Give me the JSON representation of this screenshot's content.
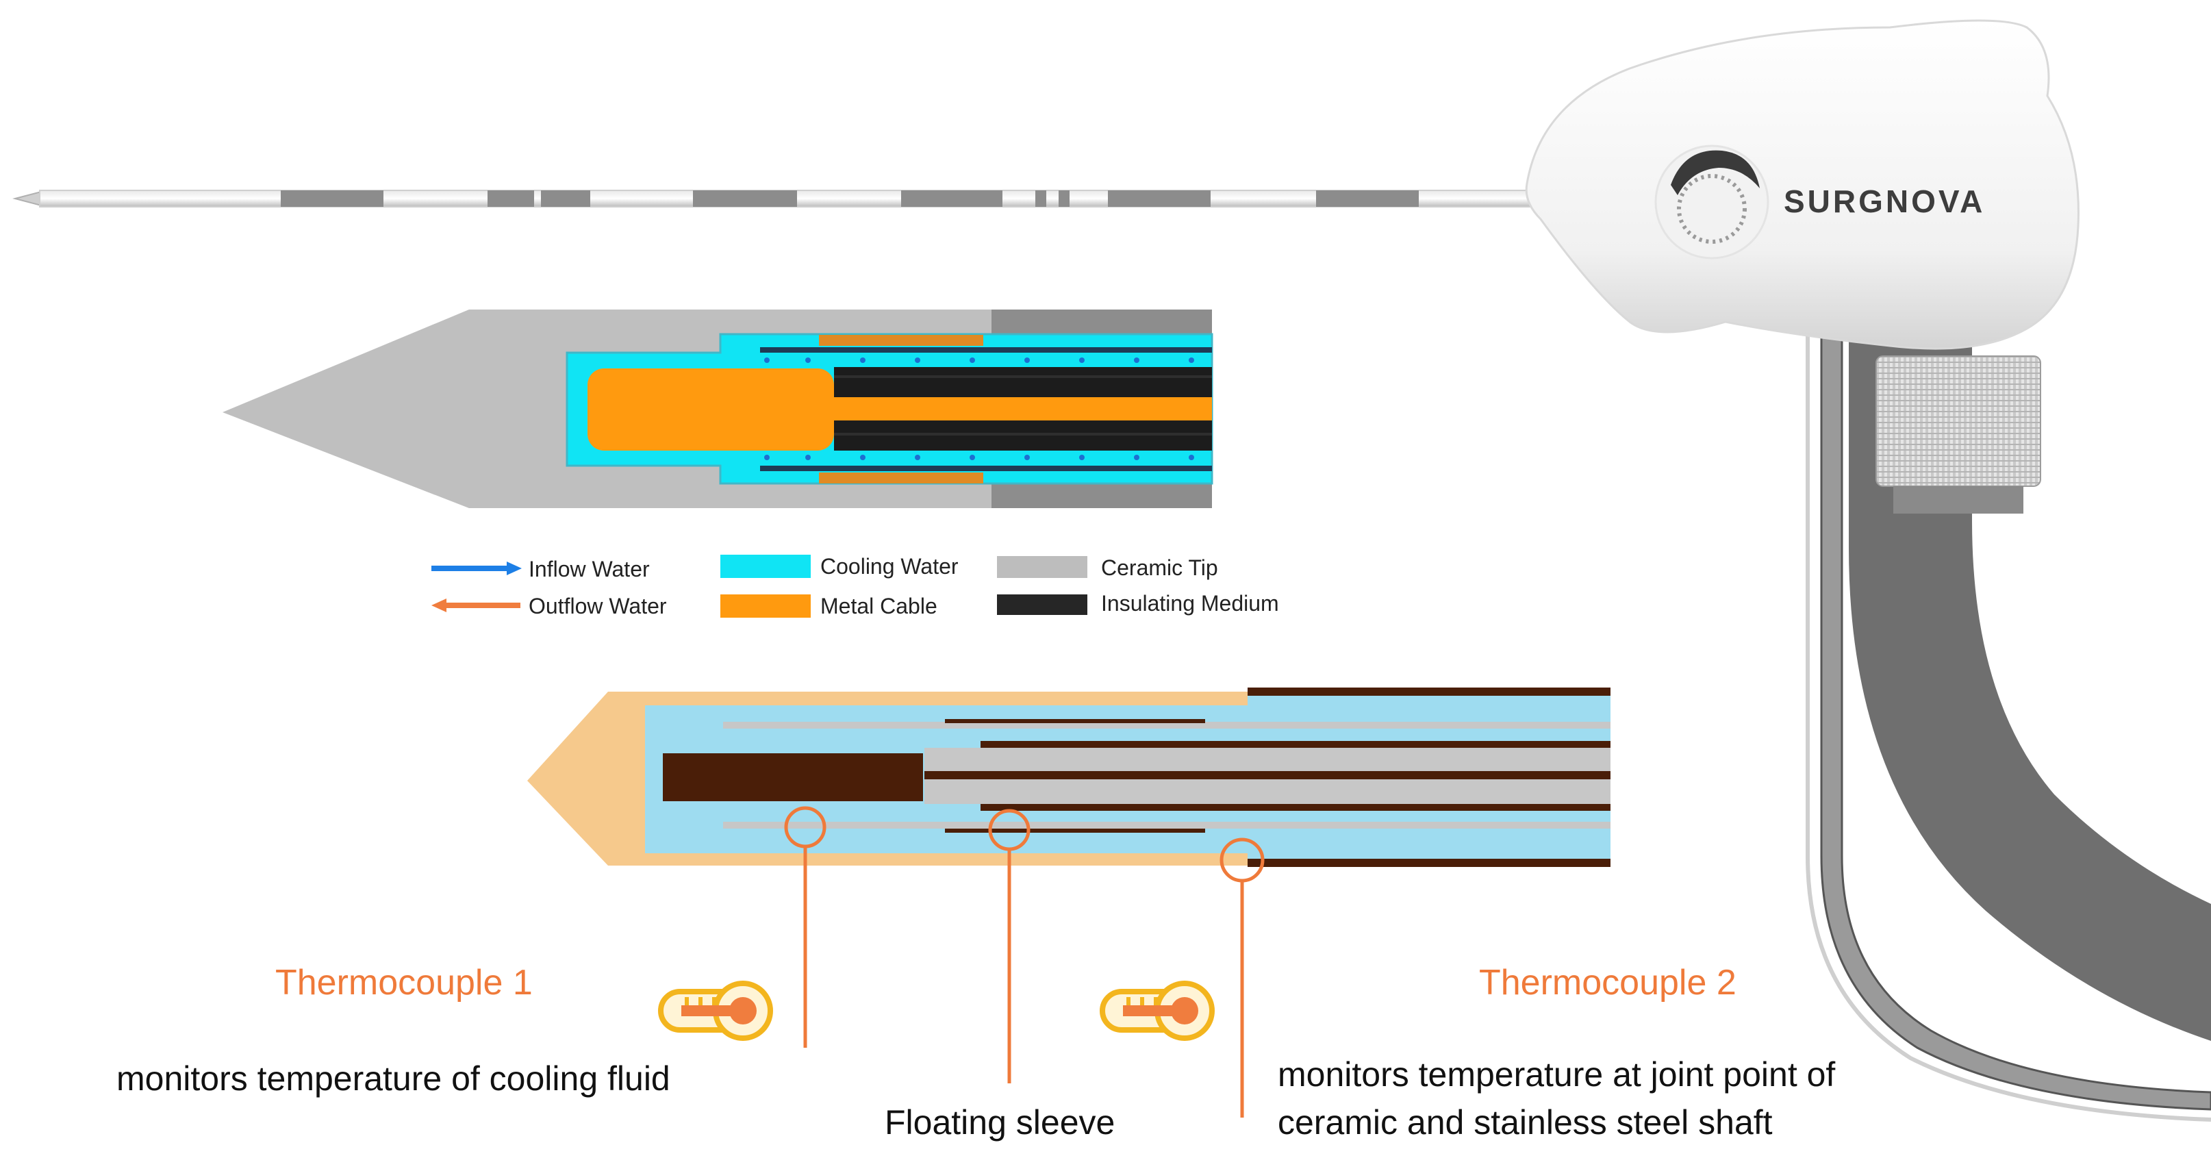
{
  "brand": {
    "name": "SURGNOVA"
  },
  "legend": [
    {
      "label": "Inflow Water",
      "color": "#1d7fe6"
    },
    {
      "label": "Outflow Water",
      "color": "#f07d3e"
    },
    {
      "label": "Cooling Water",
      "color": "#10e4f4"
    },
    {
      "label": "Metal Cable",
      "color": "#ff9a0f"
    },
    {
      "label": "Ceramic Tip",
      "color": "#bdbdbd"
    },
    {
      "label": "Insulating Medium",
      "color": "#2a2a2a"
    }
  ],
  "thermocouples": [
    {
      "title": "Thermocouple 1",
      "description": "monitors temperature of cooling fluid"
    },
    {
      "title": "Thermocouple 2",
      "description_lines": [
        "monitors temperature at joint point of",
        "ceramic and stainless steel shaft"
      ]
    }
  ],
  "floating_sleeve": "Floating sleeve",
  "icons": [
    "thermometer-icon",
    "thermometer-icon",
    "surgnova-logo-icon"
  ],
  "colors": {
    "thermocouple_accent": "#ef7a3a",
    "icon_yellow": "#f3b51e",
    "cooling_light": "#9edcf0",
    "tip_peach": "#f6c98c",
    "electrode_brown": "#4a1e08"
  }
}
